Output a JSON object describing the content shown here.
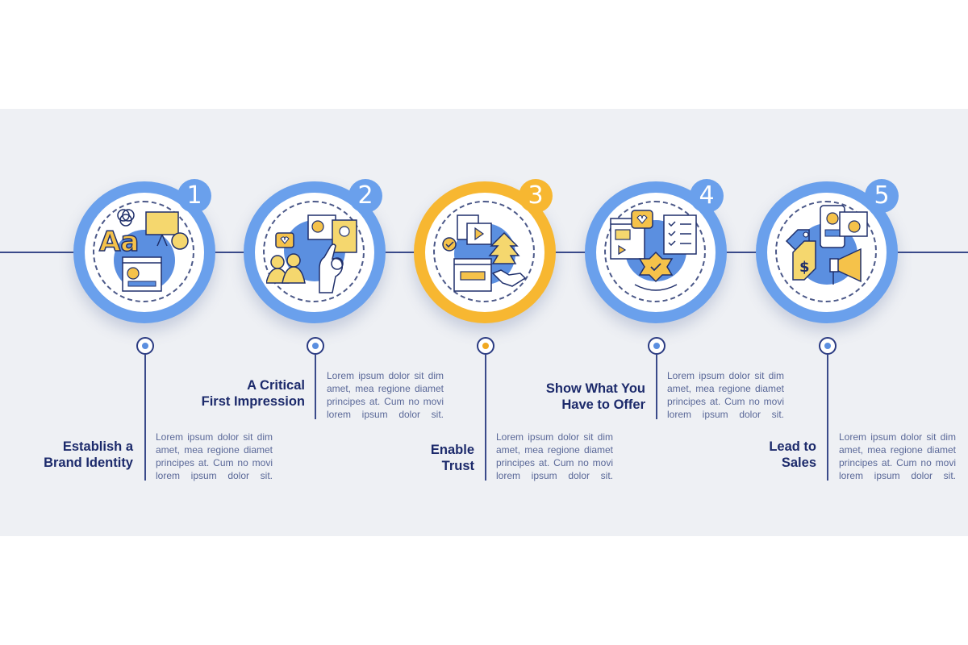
{
  "colors": {
    "background_panel": "#eef0f4",
    "ring_blue": "#6aa0ec",
    "ring_accent": "#f7b731",
    "title_navy": "#1c2a6b",
    "body_text": "#5a6898",
    "line": "#3a4a8a"
  },
  "steps": [
    {
      "number": "1",
      "title": "Establish a\nBrand Identity",
      "body": "Lorem ipsum dolor sit dim amet, mea regione diamet principes at. Cum no movi lorem ipsum dolor sit.",
      "icon": "brand-identity-icon"
    },
    {
      "number": "2",
      "title": "A Critical\nFirst Impression",
      "body": "Lorem ipsum dolor sit dim amet, mea regione diamet principes at. Cum no movi lorem ipsum dolor sit.",
      "icon": "first-impression-icon"
    },
    {
      "number": "3",
      "title": "Enable\nTrust",
      "body": "Lorem ipsum dolor sit dim amet, mea regione diamet principes at. Cum no movi lorem ipsum dolor sit.",
      "icon": "trust-handshake-icon"
    },
    {
      "number": "4",
      "title": "Show What You\nHave to Offer",
      "body": "Lorem ipsum dolor sit dim amet, mea regione diamet principes at. Cum no movi lorem ipsum dolor sit.",
      "icon": "offer-checklist-icon"
    },
    {
      "number": "5",
      "title": "Lead to\nSales",
      "body": "Lorem ipsum dolor sit dim amet, mea regione diamet principes at. Cum no movi lorem ipsum dolor sit.",
      "icon": "sales-megaphone-icon"
    }
  ]
}
